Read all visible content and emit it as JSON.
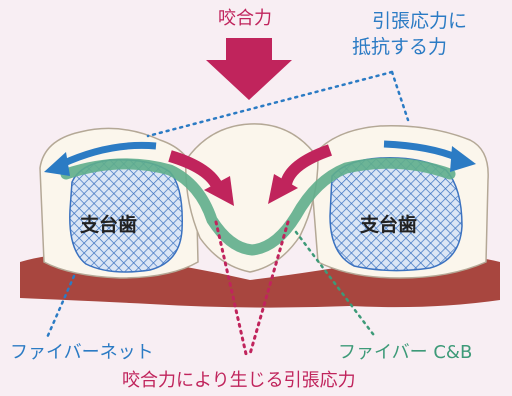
{
  "labels": {
    "bite_force": "咬合力",
    "tensile_resist": [
      "引張応力に",
      "抵抗する力"
    ],
    "abutment_left": "支台歯",
    "abutment_right": "支台歯",
    "fiber_net": "ファイバーネット",
    "fiber_cb": "ファイバー C&B",
    "tensile_stress": "咬合力により生じる引張応力"
  },
  "colors": {
    "pink": "#c0245c",
    "blue": "#2b7bc4",
    "green": "#3d9a78",
    "gum": "#a8463f"
  }
}
